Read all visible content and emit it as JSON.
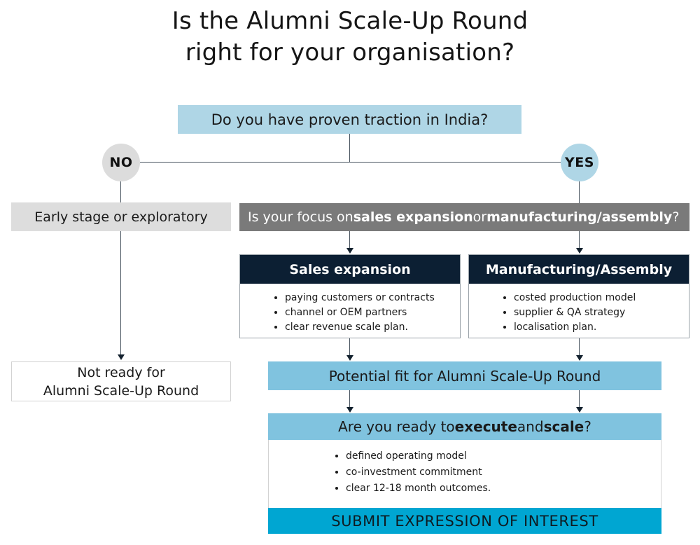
{
  "title": {
    "line1": "Is the Alumni Scale-Up Round",
    "line2": "right for your organisation?"
  },
  "colors": {
    "light_blue": "#afd6e6",
    "medium_blue": "#80c3df",
    "accent_cyan": "#00a6d2",
    "navy": "#0c1f33",
    "gray_bar": "#7a7a7a",
    "light_gray_box": "#dddddd",
    "circle_gray": "#dcdcdc",
    "connector": "#4a5560"
  },
  "flow": {
    "top_question": "Do you have proven traction in India?",
    "branch_no_label": "NO",
    "branch_yes_label": "YES",
    "no_path": {
      "step_label": "Early stage or exploratory",
      "outcome_line1": "Not ready for",
      "outcome_line2": "Alumni Scale-Up Round"
    },
    "yes_path": {
      "focus_question": {
        "prefix": "Is your focus on ",
        "bold1": "sales expansion",
        "middle": " or ",
        "bold2": "manufacturing/assembly",
        "suffix": "?"
      },
      "cards": [
        {
          "heading": "Sales expansion",
          "bullets": [
            "paying customers or contracts",
            "channel or OEM partners",
            "clear revenue scale plan."
          ]
        },
        {
          "heading": "Manufacturing/Assembly",
          "bullets": [
            "costed production model",
            "supplier & QA strategy",
            "localisation plan."
          ]
        }
      ],
      "potential_fit": "Potential fit for Alumni Scale-Up Round",
      "readiness": {
        "question_prefix": "Are you ready to ",
        "question_bold1": "execute",
        "question_middle": " and ",
        "question_bold2": "scale",
        "question_suffix": "?",
        "bullets": [
          "defined operating model",
          "co-investment commitment",
          "clear 12-18 month outcomes."
        ],
        "cta": "SUBMIT EXPRESSION OF INTEREST"
      }
    }
  }
}
